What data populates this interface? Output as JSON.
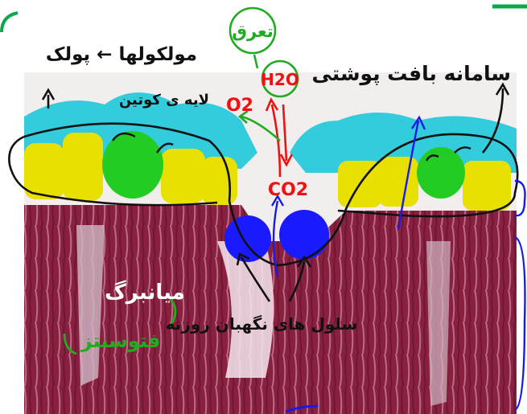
{
  "annotations": {
    "epidermis_system": "سامانه بافت پوشتی",
    "cuticle_molecules": "مولکولها ← پولک",
    "wax_layer": "لایه ی کوتین",
    "water_evaporation": "تعرق",
    "water_vapor": "H2O",
    "oxygen": "O2",
    "carbon_dioxide": "CO2",
    "mesophyll_label": "میانبرگ",
    "photosynthesis": "فتوسنتز",
    "guard_cells": "سلول های نگهبان روزنه"
  },
  "colors": {
    "cuticle": "#33ccdd",
    "epidermis": "#e8e000",
    "chloroplast_cell": "#22cc22",
    "guard_cell": "#1a1aff",
    "mesophyll": "#8a2040",
    "ink_black": "#111111",
    "ink_red": "#ee1111",
    "ink_green": "#22aa22",
    "ink_blue": "#1a1ae6",
    "frame_green": "#0aa84a"
  }
}
